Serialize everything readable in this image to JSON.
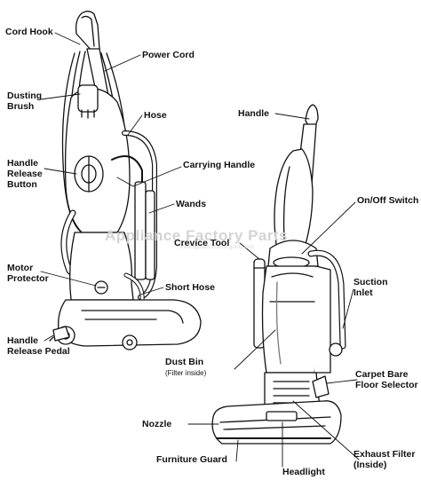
{
  "watermark": {
    "text": "Appliance Factory Parts",
    "subtext": "www.appliancefactoryparts.com"
  },
  "labels": {
    "cord_hook": "Cord Hook",
    "power_cord": "Power Cord",
    "dusting_brush": "Dusting\nBrush",
    "hose": "Hose",
    "handle_release_button": "Handle\nRelease\nButton",
    "carrying_handle": "Carrying Handle",
    "wands": "Wands",
    "motor_protector": "Motor\nProtector",
    "short_hose": "Short Hose",
    "handle_release_pedal": "Handle\nRelease Pedal",
    "handle": "Handle",
    "on_off_switch": "On/Off Switch",
    "crevice_tool": "Crevice Tool",
    "suction_inlet": "Suction\nInlet",
    "dust_bin": "Dust Bin",
    "dust_bin_note": "(Filter inside)",
    "carpet_bare_floor_selector": "Carpet Bare\nFloor Selector",
    "nozzle": "Nozzle",
    "furniture_guard": "Furniture Guard",
    "exhaust_filter": "Exhaust Filter\n(Inside)",
    "headlight": "Headlight"
  },
  "colors": {
    "line": "#111111",
    "body_fill": "#ffffff",
    "shade": "#e6e6e6",
    "watermark": "#d4d4d4"
  }
}
